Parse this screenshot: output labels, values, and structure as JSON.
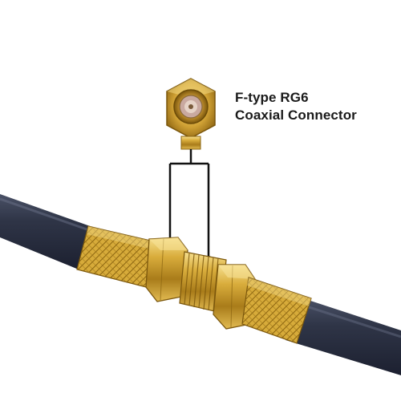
{
  "label": {
    "line1": "F-type RG6",
    "line2": "Coaxial Connector"
  },
  "icons": {
    "connector_face": "hex-nut-connector-icon",
    "coupler": "coax-coupler",
    "cable": "coax-cable"
  },
  "colors": {
    "background": "#ffffff",
    "cable": "#2f3547",
    "gold": "#d4a93a",
    "gold_dark": "#8a6410",
    "gold_light": "#f5dc8a",
    "pointer_line": "#111111"
  }
}
